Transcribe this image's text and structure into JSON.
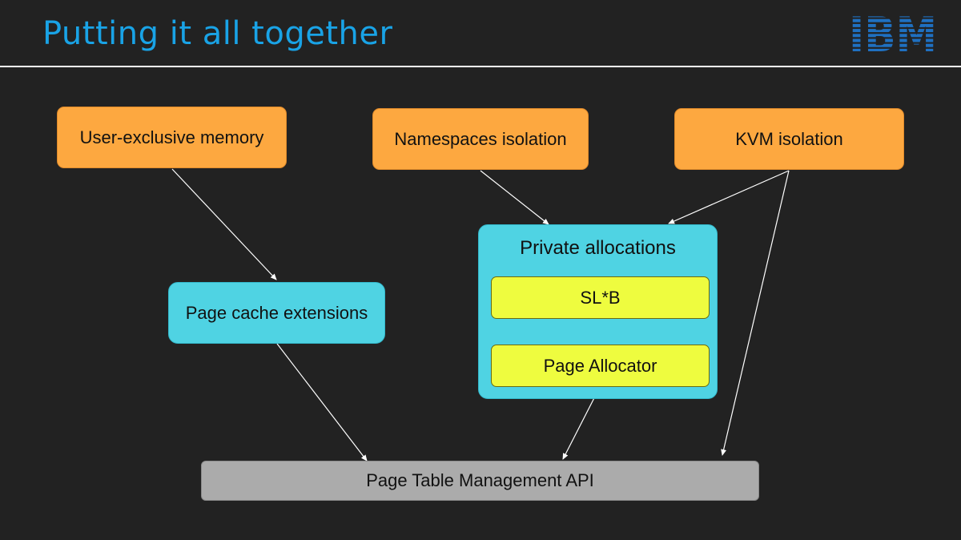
{
  "slide": {
    "title": "Putting it all together",
    "logo_text": "IBM"
  },
  "diagram": {
    "user_exclusive_memory": "User-exclusive memory",
    "namespaces_isolation": "Namespaces isolation",
    "kvm_isolation": "KVM isolation",
    "page_cache_extensions": "Page cache extensions",
    "private_allocations": "Private allocations",
    "slab": "SL*B",
    "page_allocator": "Page Allocator",
    "page_table_api": "Page Table Management API"
  },
  "colors": {
    "background": "#222222",
    "title": "#19a3e6",
    "logo": "#1f70c1",
    "orange": "#fda840",
    "cyan": "#4fd3e3",
    "yellow": "#eefc3f",
    "gray": "#ababab",
    "arrow": "#ffffff"
  }
}
